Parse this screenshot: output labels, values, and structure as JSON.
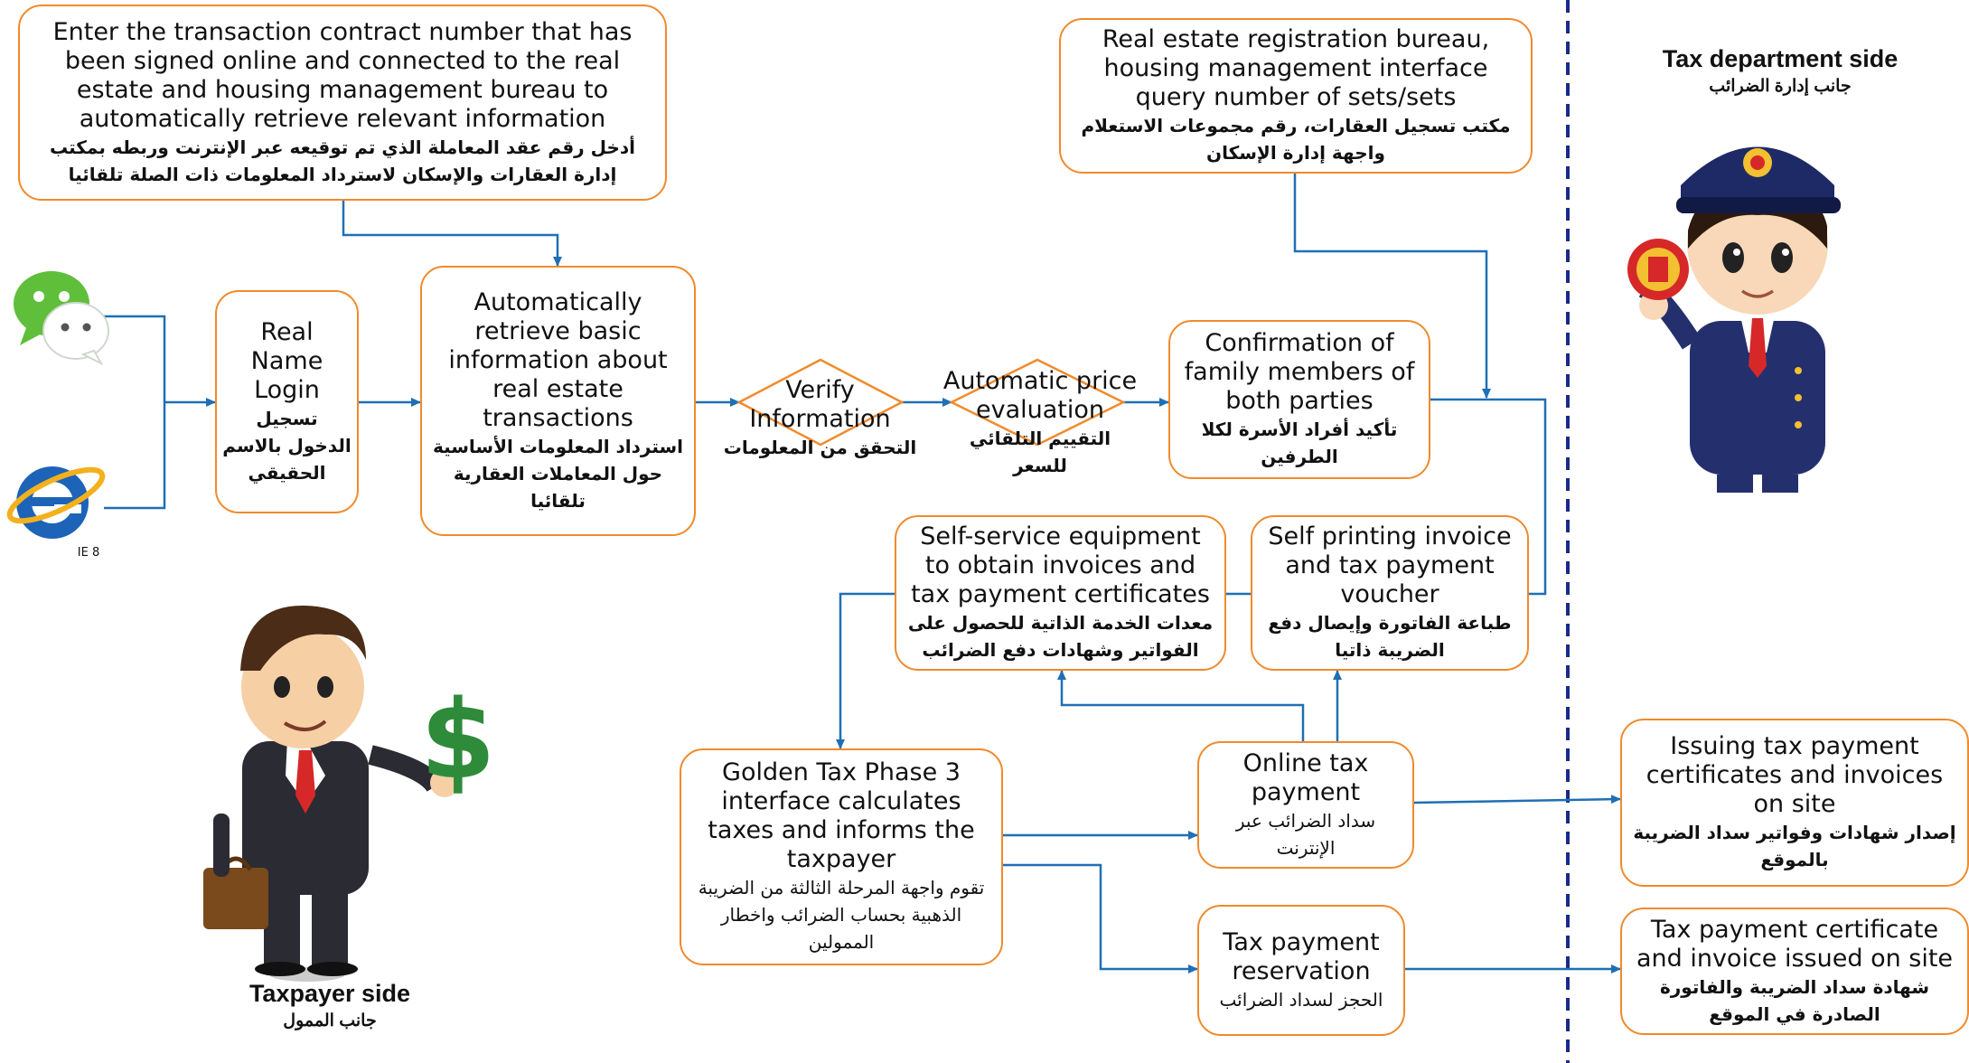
{
  "boxes": {
    "enter_contract": {
      "en": "Enter the transaction contract number that has been signed online and connected to the real estate and housing management bureau to automatically retrieve relevant information",
      "ar": "أدخل رقم عقد المعاملة الذي تم توقيعه عبر الإنترنت وربطه بمكتب إدارة العقارات والإسكان لاسترداد المعلومات ذات الصلة تلقائيا"
    },
    "registration_bureau": {
      "en": "Real estate registration bureau, housing management interface query number of sets/sets",
      "ar": "مكتب تسجيل العقارات، رقم مجموعات الاستعلام واجهة إدارة الإسكان"
    },
    "real_name_login": {
      "en": "Real Name Login",
      "ar": "تسجيل الدخول بالاسم الحقيقي"
    },
    "retrieve_basic": {
      "en": "Automatically retrieve basic information about real estate transactions",
      "ar": "استرداد المعلومات الأساسية حول المعاملات العقارية تلقائيا"
    },
    "confirm_family": {
      "en": "Confirmation of family members of both parties",
      "ar": "تأكيد أفراد الأسرة لكلا الطرفين"
    },
    "self_service": {
      "en": "Self-service equipment to obtain invoices and tax payment certificates",
      "ar": "معدات الخدمة الذاتية للحصول على الفواتير وشهادات دفع الضرائب"
    },
    "self_printing": {
      "en": "Self printing invoice and tax payment voucher",
      "ar": "طباعة الفاتورة وإيصال دفع الضريبة ذاتيا"
    },
    "golden_tax": {
      "en": "Golden Tax Phase 3 interface calculates taxes and informs the taxpayer",
      "ar": "تقوم واجهة المرحلة الثالثة من الضريبة الذهبية بحساب الضرائب واخطار الممولين"
    },
    "online_tax": {
      "en": "Online tax payment",
      "ar": "سداد الضرائب عبر الإنترنت"
    },
    "tax_reservation": {
      "en": "Tax payment reservation",
      "ar": "الحجز لسداد الضرائب"
    },
    "issuing_certificates": {
      "en": "Issuing tax payment certificates and invoices on site",
      "ar": "إصدار شهادات وفواتير سداد الضريبة بالموقع"
    },
    "certificate_issued": {
      "en": "Tax payment certificate and invoice issued on site",
      "ar": "شهادة سداد الضريبة والفاتورة الصادرة في الموقع"
    }
  },
  "decisions": {
    "verify": {
      "en": "Verify Information",
      "ar": "التحقق من المعلومات"
    },
    "price": {
      "en": "Automatic price evaluation",
      "ar": "التقييم التلقائي للسعر"
    }
  },
  "sides": {
    "tax_department": {
      "en": "Tax department side",
      "ar": "جانب إدارة الضرائب"
    },
    "taxpayer": {
      "en": "Taxpayer side",
      "ar": "جانب الممول"
    }
  },
  "icons": {
    "browser_label": "IE 8"
  },
  "colors": {
    "box_border": "#f08a2c",
    "arrow": "#1f6fb5",
    "divider": "#1a2a8a"
  }
}
